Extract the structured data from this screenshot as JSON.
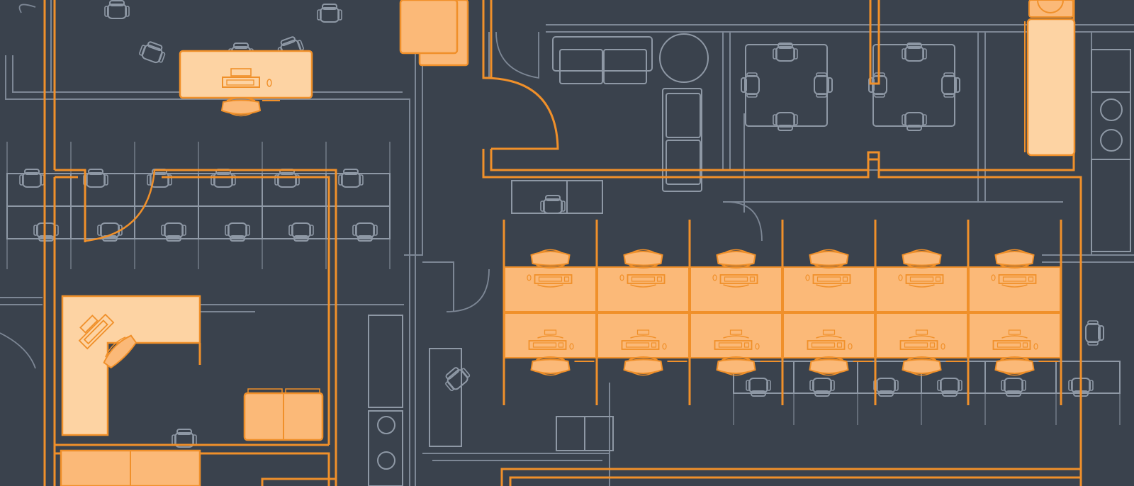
{
  "title": "",
  "colors": {
    "background": "#3a424d",
    "line_muted": "#7d8795",
    "furniture_muted": "#8e98a5",
    "highlight_stroke": "#f0902a",
    "highlight_fill": "#fbb978",
    "highlight_fill_light": "#fdd3a3"
  },
  "desk_cluster": {
    "columns": 6,
    "rows": 2
  },
  "upper_cubicles": {
    "columns": 6,
    "rows": 2
  },
  "right_cubicles": {
    "columns": 5,
    "rows": 1
  },
  "icons": {
    "desk": "desk-icon",
    "chair": "office-chair-icon",
    "computer": "computer-icon",
    "door": "door-swing-icon",
    "sofa": "sofa-icon",
    "table": "meeting-table-icon"
  }
}
